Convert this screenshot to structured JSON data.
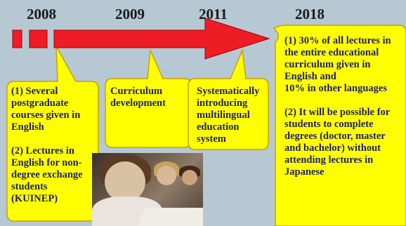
{
  "timeline": {
    "years": [
      "2008",
      "2009",
      "2011",
      "2018"
    ]
  },
  "callouts": {
    "c2008": "(1)  Several\npostgraduate\ncourses given in\nEnglish\n\n(2) Lectures in\nEnglish for non-\ndegree exchange\nstudents\n(KUINEP)",
    "c2009": "Curriculum\ndevelopment",
    "c2011": "Systematically\nintroducing\nmultilingual\neducation\nsystem",
    "c2018": "(1) 30% of all lectures in\nthe entire educational\ncurriculum given in\nEnglish and\n10% in other languages\n\n(2) It will be possible for\nstudents to complete\ndegrees (doctor, master\nand bachelor) without\nattending lectures in\nJapanese"
  },
  "colors": {
    "background": "#b6c8d4",
    "arrow": "#ee1c25",
    "callout_fill": "#ffff00",
    "callout_text": "#1d1d6b"
  }
}
